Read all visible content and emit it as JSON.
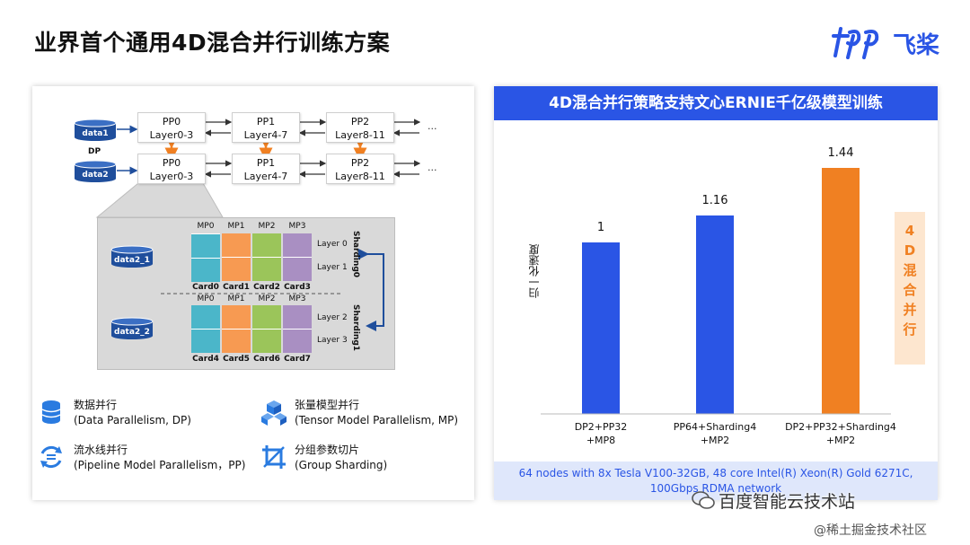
{
  "slide": {
    "title": "业界首个通用4D混合并行训练方案",
    "brand": "飞桨"
  },
  "diagram": {
    "data1": "data1",
    "data2": "data2",
    "dp": "DP",
    "pp_row1": [
      {
        "top": "PP0",
        "bottom": "Layer0-3"
      },
      {
        "top": "PP1",
        "bottom": "Layer4-7"
      },
      {
        "top": "PP2",
        "bottom": "Layer8-11"
      }
    ],
    "pp_row2": [
      {
        "top": "PP0",
        "bottom": "Layer0-3"
      },
      {
        "top": "PP1",
        "bottom": "Layer4-7"
      },
      {
        "top": "PP2",
        "bottom": "Layer8-11"
      }
    ],
    "ellipsis": "...",
    "data2_1": "data2_1",
    "data2_2": "data2_2",
    "mp_headers": [
      "MP0",
      "MP1",
      "MP2",
      "MP3"
    ],
    "cards_top": [
      "Card0",
      "Card1",
      "Card2",
      "Card3"
    ],
    "cards_bottom": [
      "Card4",
      "Card5",
      "Card6",
      "Card7"
    ],
    "layers_top": [
      "Layer 0",
      "Layer 1"
    ],
    "layers_bottom": [
      "Layer 2",
      "Layer 3"
    ],
    "sharding0": "Sharding0",
    "sharding1": "Sharding1",
    "colors": {
      "mp0": "#4bb6c9",
      "mp1": "#f79a52",
      "mp2": "#9bc55a",
      "mp3": "#a98fc2",
      "db": "#1f4e9c",
      "arrow": "#f08022"
    }
  },
  "legend": [
    {
      "icon": "database-icon",
      "line1": "数据并行",
      "line2": "(Data Parallelism, DP)"
    },
    {
      "icon": "cubes-icon",
      "line1": "张量模型并行",
      "line2": "(Tensor Model Parallelism, MP)"
    },
    {
      "icon": "cycle-icon",
      "line1": "流水线并行",
      "line2": "(Pipeline Model Parallelism，PP)"
    },
    {
      "icon": "crop-icon",
      "line1": "分组参数切片",
      "line2": "(Group Sharding)"
    }
  ],
  "chart_panel": {
    "header": "4D混合并行策略支持文心ERNIE千亿级模型训练",
    "side_label": [
      "4",
      "D",
      "混",
      "合",
      "并",
      "行"
    ],
    "footer_line1": "64 nodes with 8x Tesla V100-32GB, 48 core Intel(R) Xeon(R) Gold 6271C,",
    "footer_line2": "100Gbps RDMA network"
  },
  "chart_data": {
    "type": "bar",
    "categories": [
      "DP2+PP32\n+MP8",
      "PP64+Sharding4\n+MP2",
      "DP2+PP32+Sharding4\n+MP2"
    ],
    "category_lines": [
      [
        "DP2+PP32",
        "+MP8"
      ],
      [
        "PP64+Sharding4",
        "+MP2"
      ],
      [
        "DP2+PP32+Sharding4",
        "+MP2"
      ]
    ],
    "values": [
      1,
      1.16,
      1.44
    ],
    "value_labels": [
      "1",
      "1.16",
      "1.44"
    ],
    "bar_colors": [
      "#2a55e5",
      "#2a55e5",
      "#f08022"
    ],
    "ylabel": "归一化速度",
    "xlabel": "",
    "title": "",
    "ylim": [
      0,
      1.44
    ]
  },
  "watermark": {
    "line1": "百度智能云技术站",
    "line2": "@稀土掘金技术社区"
  }
}
